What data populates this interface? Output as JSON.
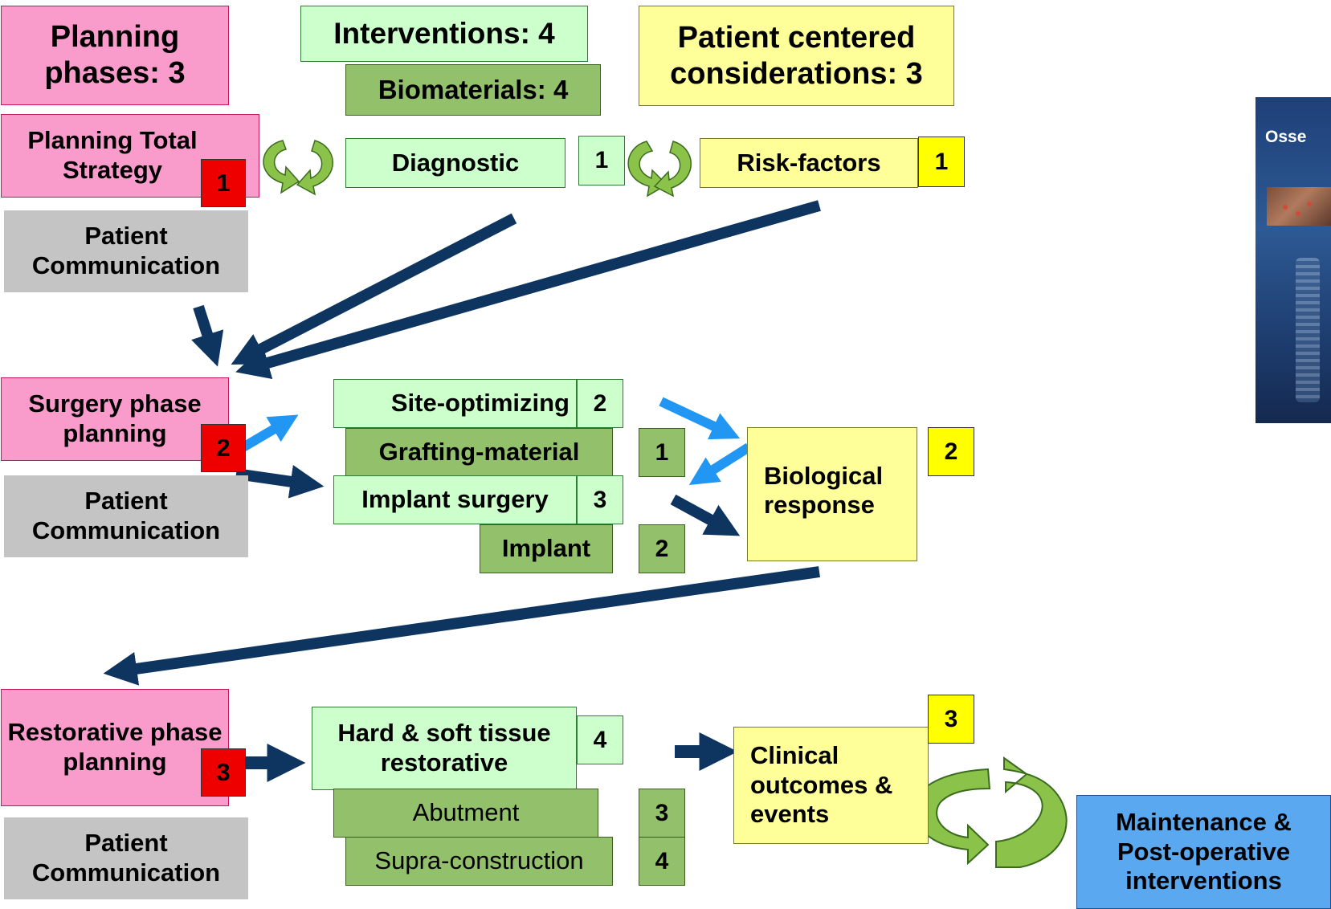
{
  "header": {
    "planning_phases": "Planning phases: 3",
    "interventions": "Interventions: 4",
    "biomaterials": "Biomaterials: 4",
    "patient_centered": "Patient centered considerations: 3"
  },
  "phase1": {
    "title": "Planning Total Strategy",
    "badge": "1",
    "communication": "Patient Communication",
    "diagnostic": "Diagnostic",
    "diagnostic_num": "1",
    "risk_factors": "Risk-factors",
    "risk_factors_num": "1"
  },
  "phase2": {
    "title": "Surgery phase planning",
    "badge": "2",
    "communication": "Patient Communication",
    "site_optimizing": "Site-optimizing",
    "site_optimizing_num": "2",
    "grafting_material": "Grafting-material",
    "grafting_material_num": "1",
    "implant_surgery": "Implant surgery",
    "implant_surgery_num": "3",
    "implant": "Implant",
    "implant_num": "2",
    "biological_response": "Biological response",
    "biological_response_num": "2"
  },
  "phase3": {
    "title": "Restorative phase planning",
    "badge": "3",
    "communication": "Patient Communication",
    "hard_soft": "Hard & soft tissue restorative",
    "hard_soft_num": "4",
    "abutment": "Abutment",
    "abutment_num": "3",
    "supra": "Supra-construction",
    "supra_num": "4",
    "clinical": "Clinical outcomes & events",
    "clinical_num": "3",
    "maintenance": "Maintenance & Post-operative interventions"
  },
  "book": {
    "title": "Osse"
  },
  "colors": {
    "planning_pink": "#f99ccc",
    "intervention_green": "#ccffcc",
    "biomaterial_green": "#93c06a",
    "patient_yellow": "#ffff99",
    "phase_badge_red": "#ee0000",
    "patient_badge_yellow": "#ffff00",
    "communication_grey": "#c4c4c4",
    "maintenance_blue": "#5aa9f0",
    "arrow_navy": "#0e3460",
    "arrow_light_blue": "#2196f3",
    "cycle_green": "#8bc34a"
  },
  "icons": [
    "cycle-arrows-icon",
    "navy-arrow-icon",
    "light-blue-arrow-icon",
    "book-cover-icon"
  ]
}
